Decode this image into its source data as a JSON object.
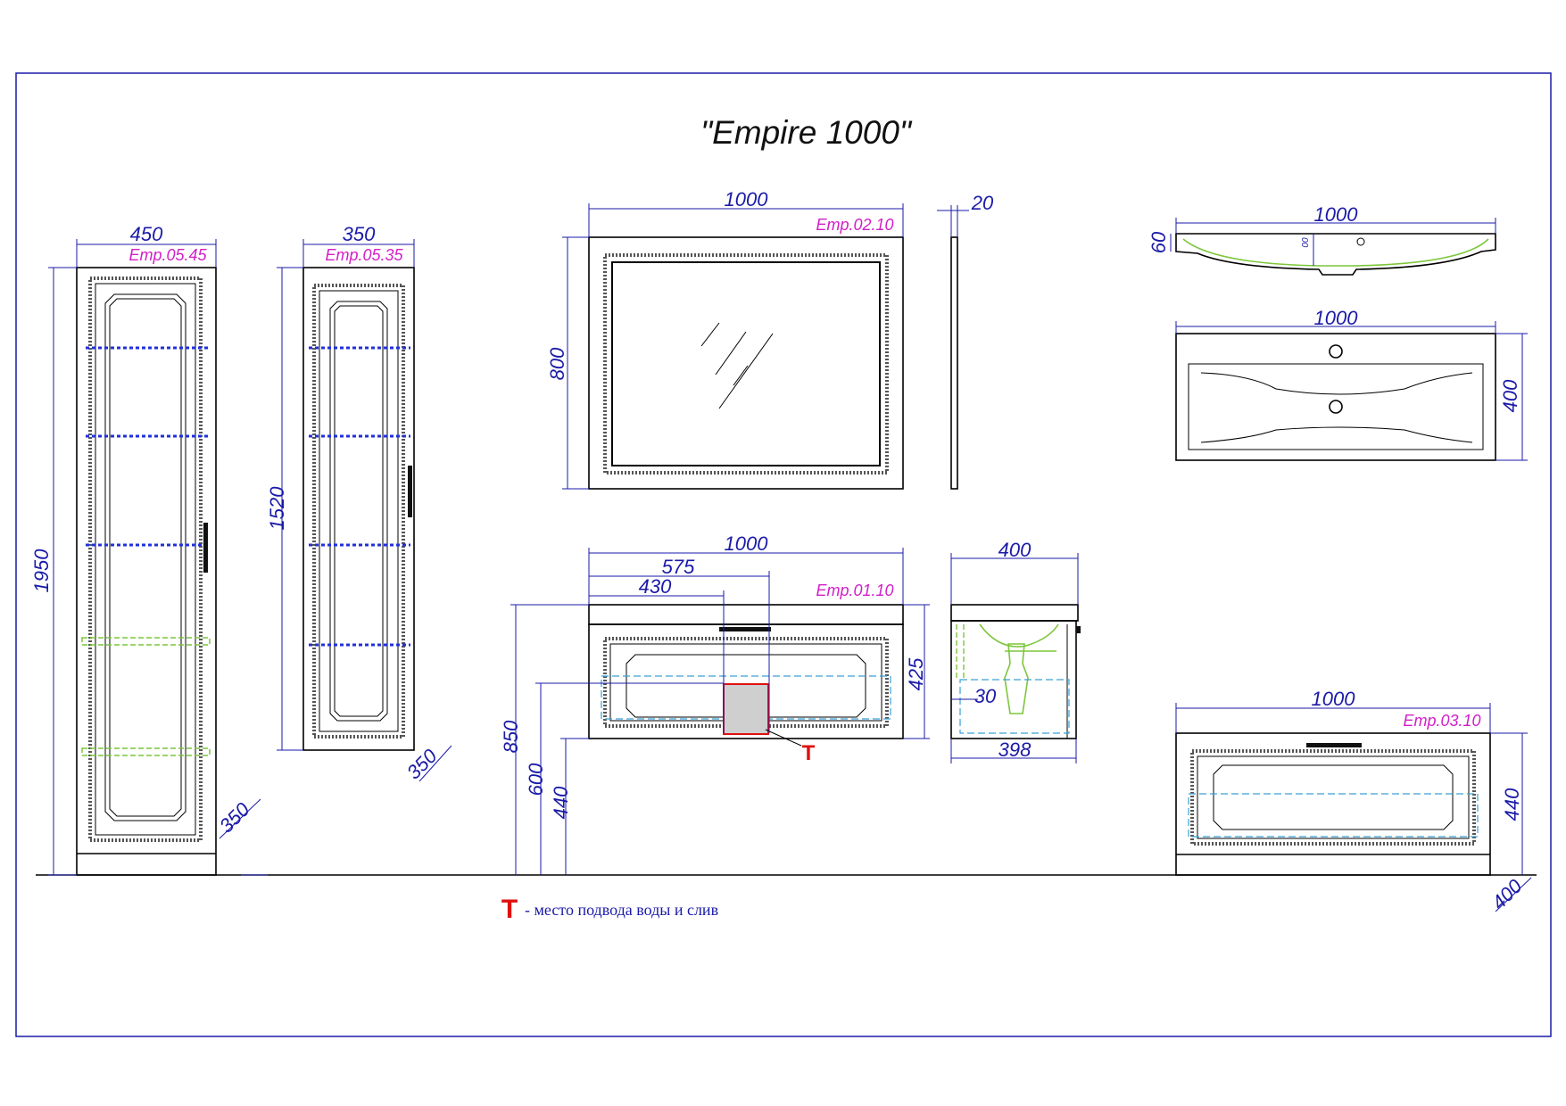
{
  "title": "\"Empire 1000\"",
  "legend": {
    "marker": "T",
    "text": "- место подвода воды и слив"
  },
  "colors": {
    "dimension": "#1a1aa8",
    "code": "#d21fc8",
    "outline": "#000000",
    "marker": "#e01010",
    "shelf_blue": "#2230d8",
    "shelf_green": "#7cc63a",
    "hidden_cyan": "#3aa0d8",
    "frame": "#1a1aa8"
  },
  "tall_cabinet": {
    "code": "Emp.05.45",
    "width": "450",
    "height": "1950",
    "depth": "350"
  },
  "medium_cabinet": {
    "code": "Emp.05.35",
    "width": "350",
    "height": "1520",
    "depth": "350"
  },
  "mirror": {
    "code": "Emp.02.10",
    "width": "1000",
    "height": "800",
    "thickness": "20"
  },
  "basin_side": {
    "width": "1000",
    "height": "60",
    "small_label": "00"
  },
  "basin_top": {
    "width": "1000",
    "depth": "400"
  },
  "vanity_front": {
    "code": "Emp.01.10",
    "width": "1000",
    "offset_575": "575",
    "offset_430": "430",
    "height_425": "425",
    "mount_850": "850",
    "mount_600": "600",
    "mount_440": "440",
    "marker": "T"
  },
  "vanity_side": {
    "depth_top": "400",
    "depth_bottom": "398",
    "gap": "30"
  },
  "low_cabinet": {
    "code": "Emp.03.10",
    "width": "1000",
    "height": "440",
    "depth": "400"
  }
}
